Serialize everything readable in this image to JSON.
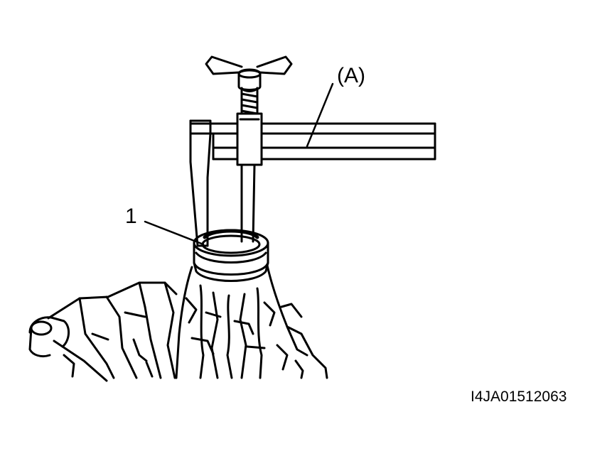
{
  "callouts": {
    "tool_label": "(A)",
    "part_label": "1"
  },
  "figure_code": "I4JA01512063",
  "colors": {
    "ink": "#000000",
    "paper": "#ffffff"
  }
}
